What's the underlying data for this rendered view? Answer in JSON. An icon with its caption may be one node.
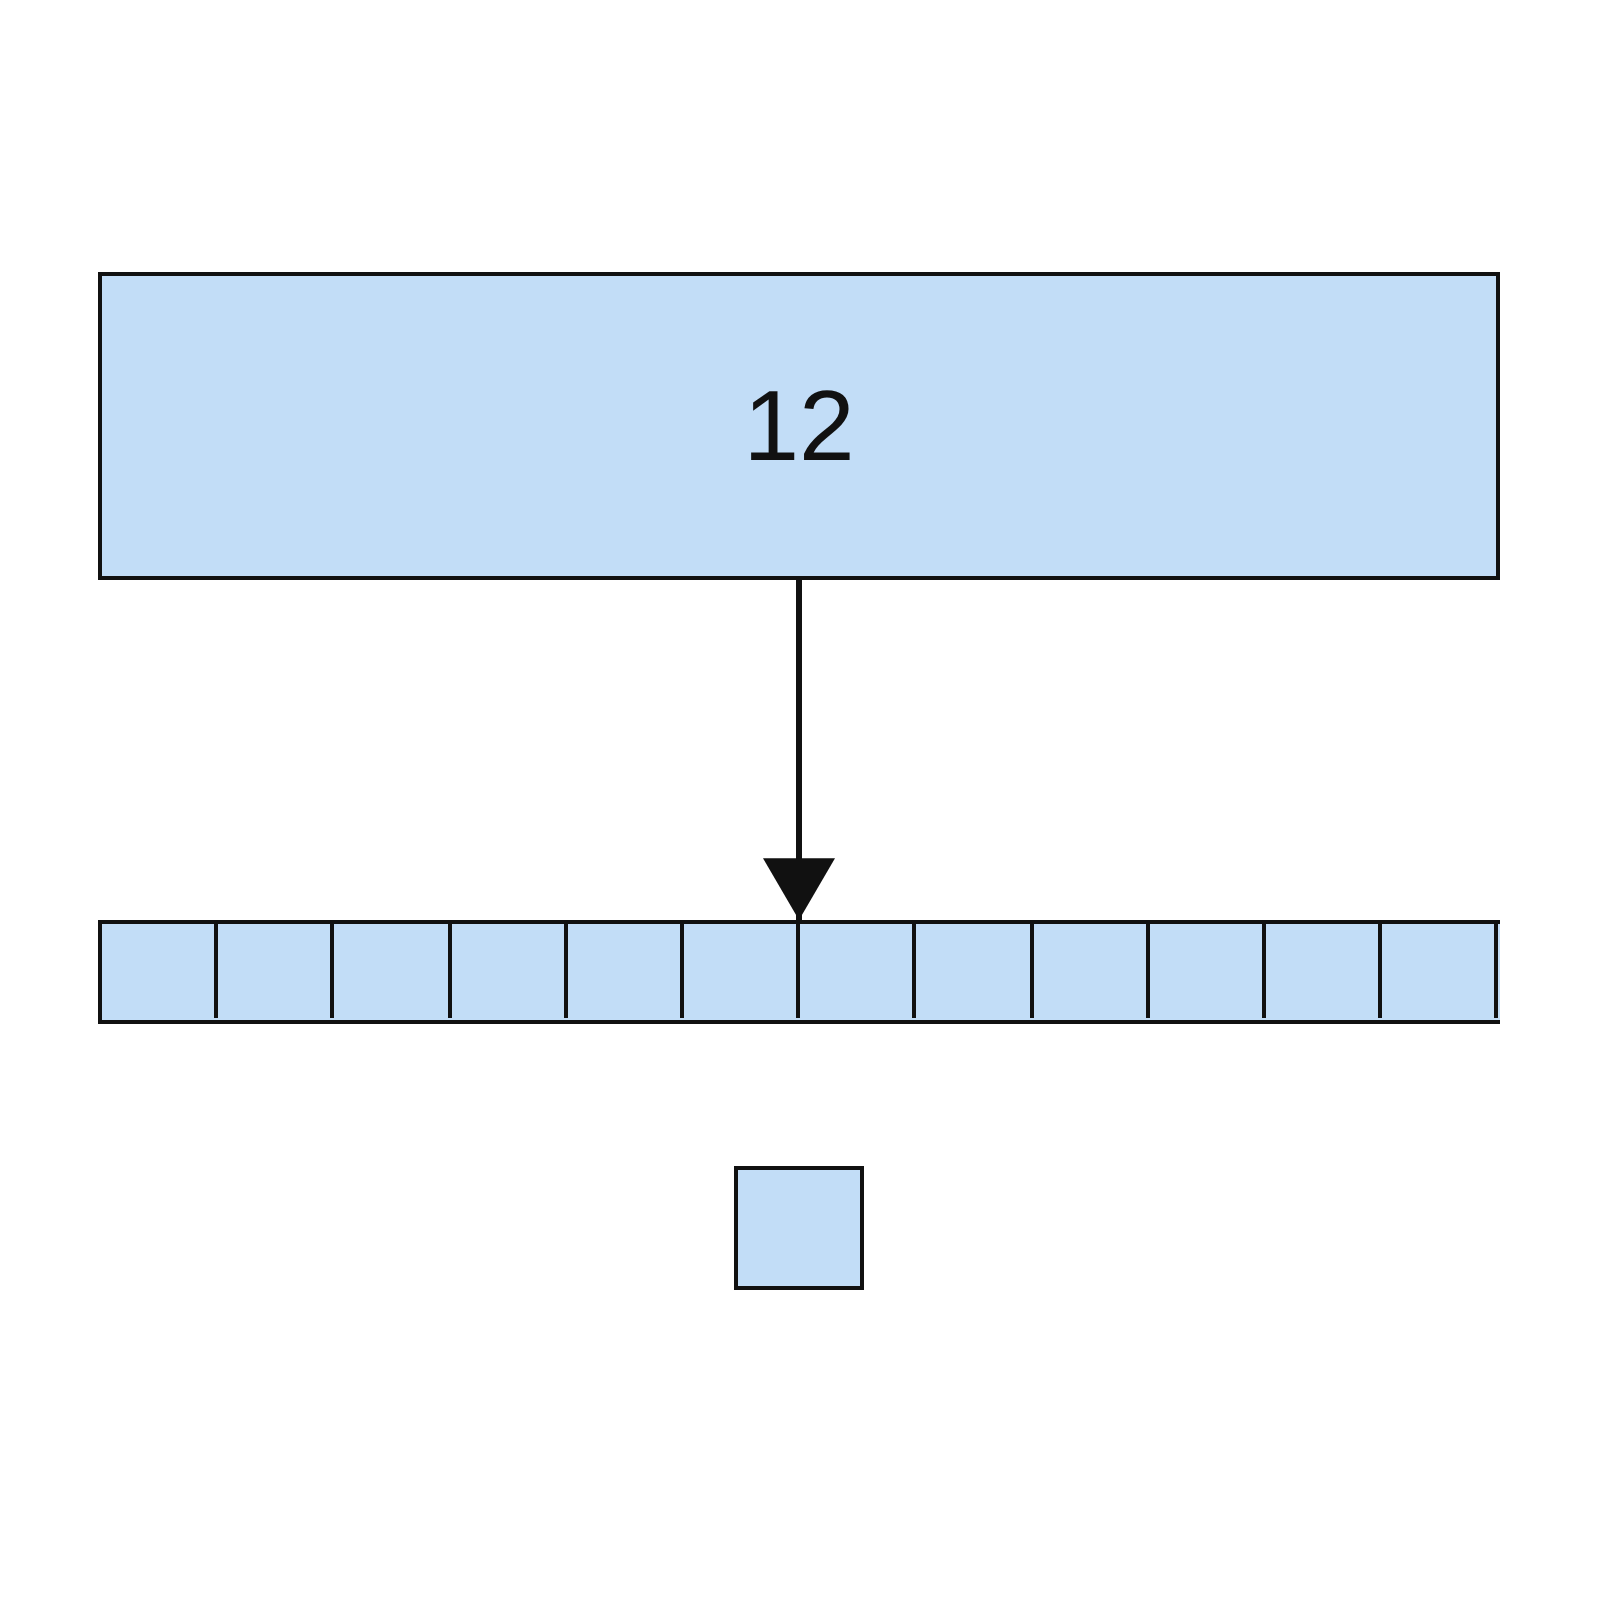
{
  "diagram": {
    "nodes": [
      {
        "text": [
          "12"
        ]
      },
      {
        "text": [],
        "shape": "box"
      },
      {
        "text": [],
        "shape": "box",
        "in": 1
      },
      {
        "text": [],
        "shape": "box",
        "in": 1
      },
      {
        "text": [],
        "shape": "box",
        "in": 1
      },
      {
        "text": [],
        "shape": "box",
        "in": 1
      },
      {
        "text": [],
        "shape": "box",
        "in": 1
      },
      {
        "text": [],
        "shape": "box",
        "in": 1
      },
      {
        "text": [],
        "shape": "box",
        "in": 1
      },
      {
        "text": [],
        "shape": "box",
        "in": 1
      },
      {
        "text": [],
        "shape": "box",
        "in": 1
      },
      {
        "text": [],
        "shape": "box",
        "in": 1
      },
      {
        "text": [],
        "shape": "box",
        "in": 1
      },
      {
        "text": [],
        "shape": "box",
        "in": 1
      },
      {
        "text": [],
        "shape": "box"
      }
    ],
    "edges": [
      {
        "from": 0,
        "to": 1,
        "arrow": "to"
      }
    ]
  }
}
